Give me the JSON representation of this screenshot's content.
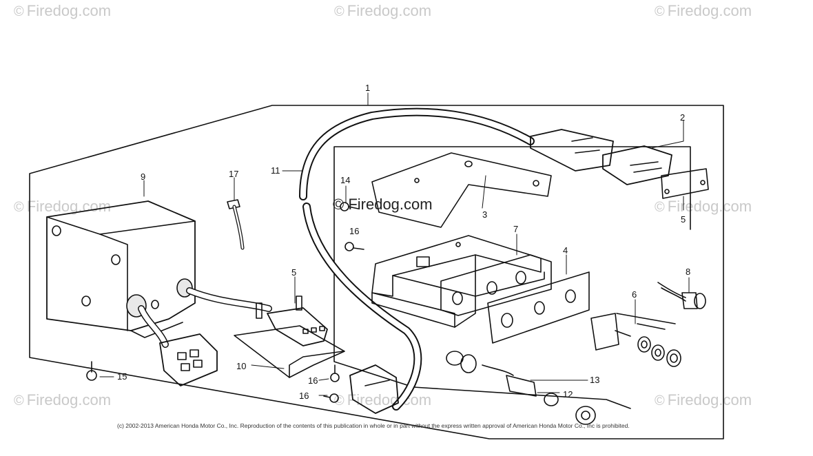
{
  "watermark_text": "Firedog.com",
  "watermark_symbol": "©",
  "center_watermark": "© Firedog.com",
  "copyright": "(c) 2002-2013 American Honda Motor Co., Inc. Reproduction of the contents of this publication in whole or in part without the express written approval of American Honda Motor Co., Inc is prohibited.",
  "callouts": [
    "1",
    "2",
    "3",
    "4",
    "5",
    "5",
    "6",
    "7",
    "8",
    "9",
    "10",
    "11",
    "12",
    "13",
    "14",
    "15",
    "16",
    "16",
    "16",
    "17"
  ]
}
